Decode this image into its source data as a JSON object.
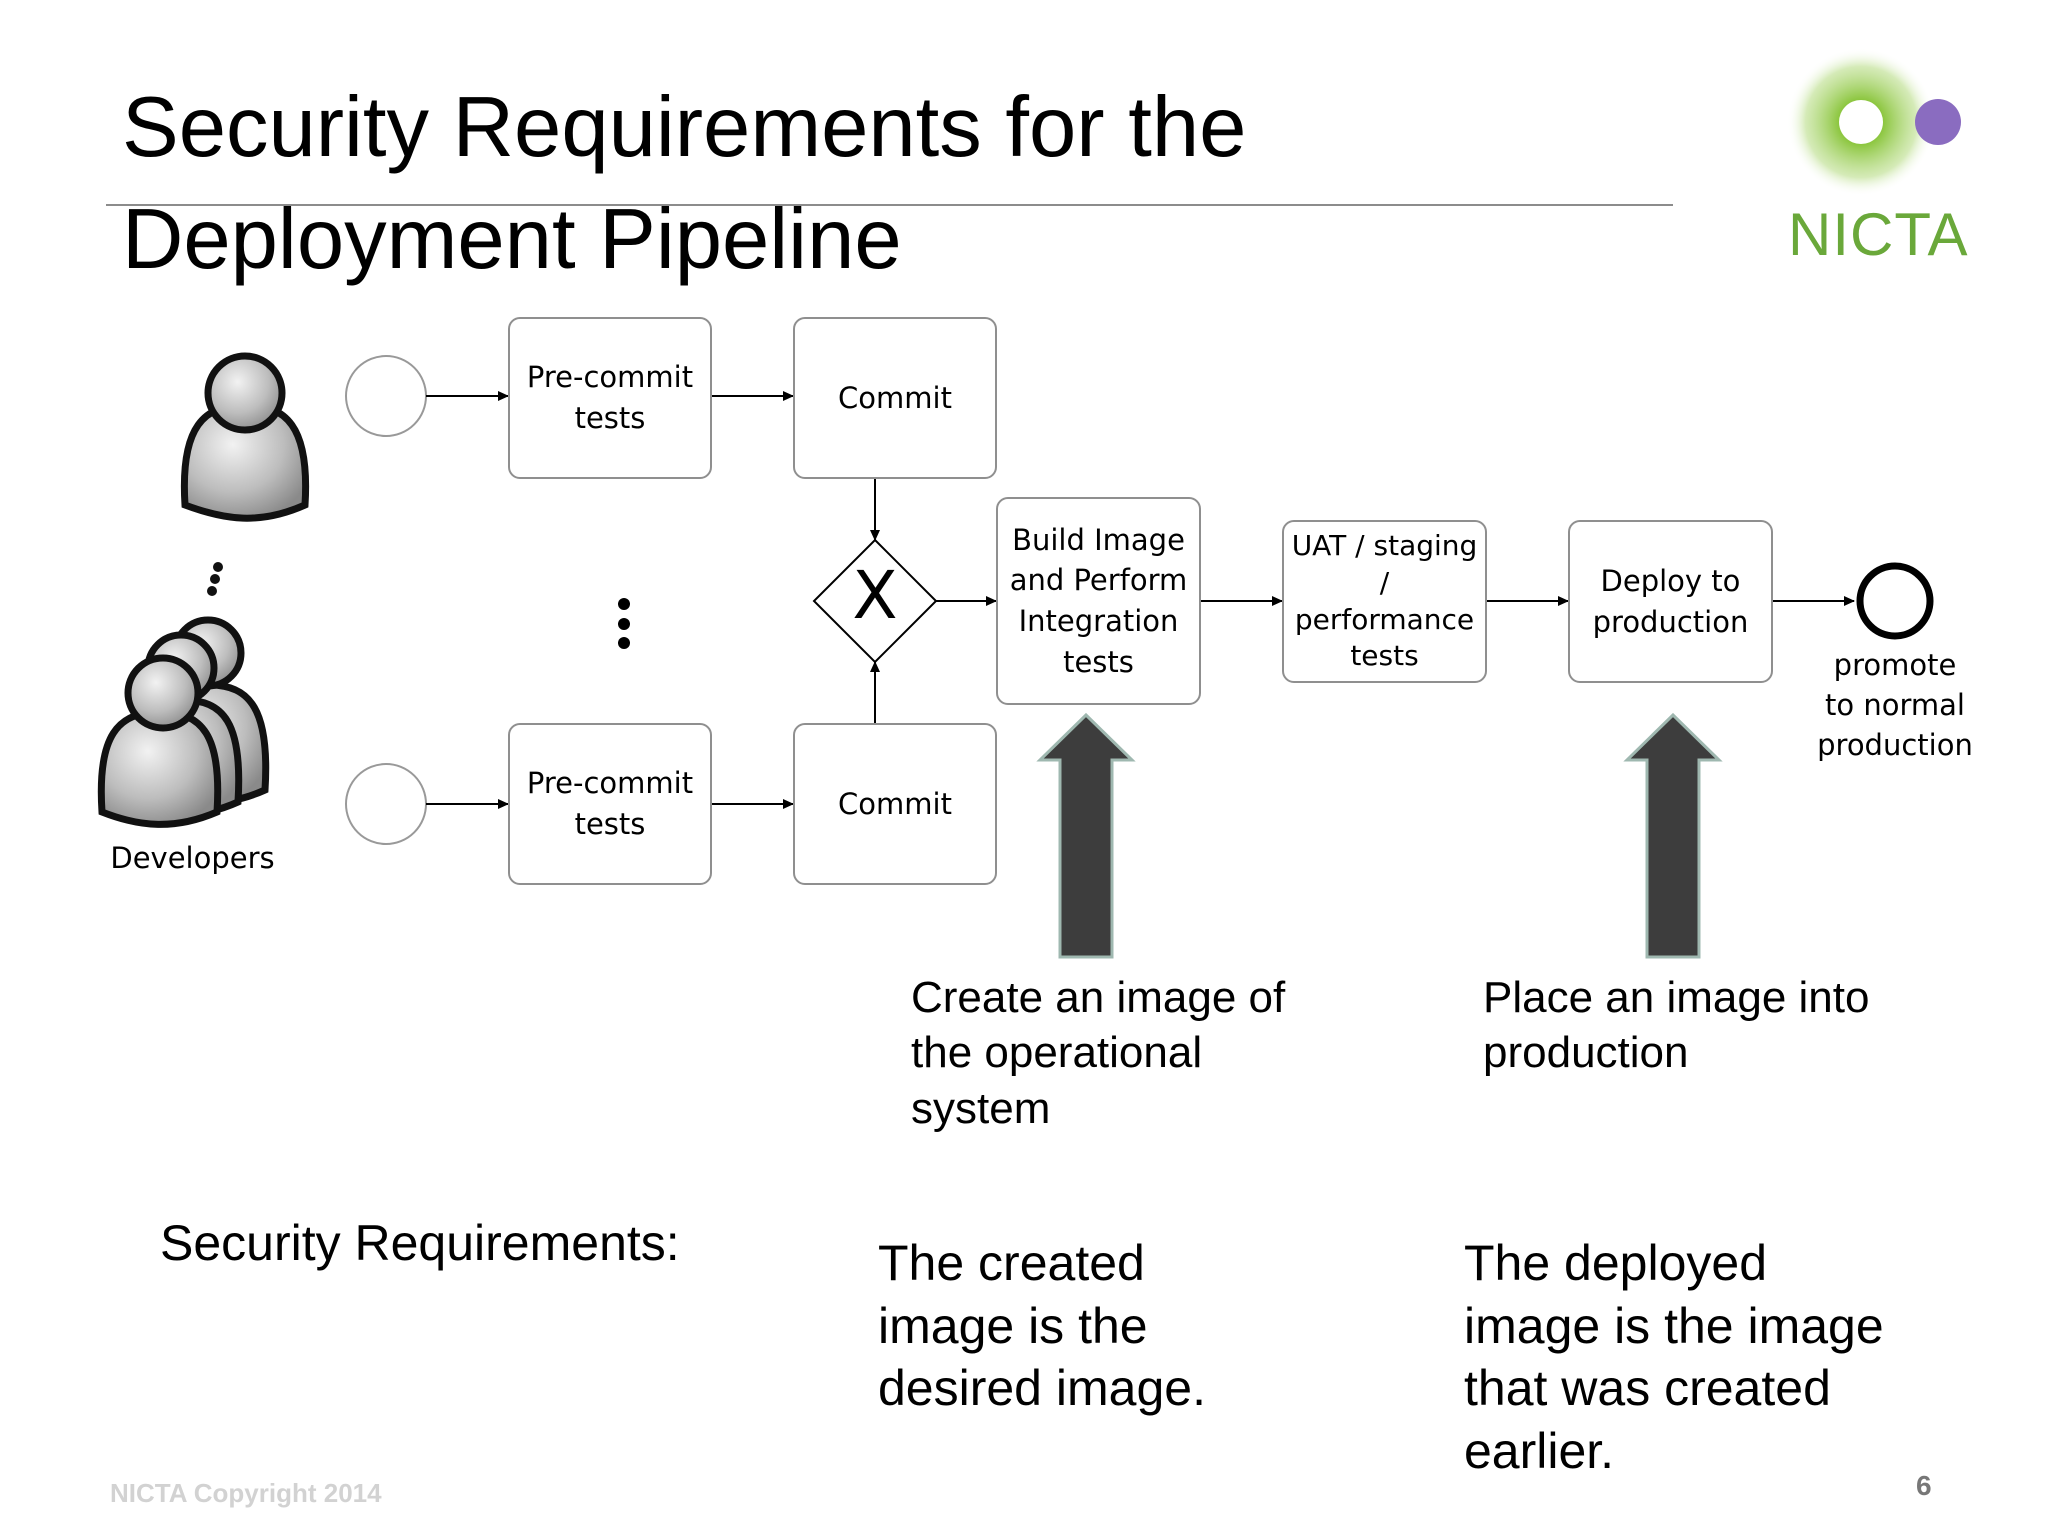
{
  "title": {
    "line1": "Security Requirements for the",
    "line2": "Deployment Pipeline"
  },
  "logo": {
    "text": "NICTA"
  },
  "diagram": {
    "developers_label": "Developers",
    "lane_top": {
      "precommit": [
        "Pre-commit",
        "tests"
      ],
      "commit": "Commit"
    },
    "lane_bottom": {
      "precommit": [
        "Pre-commit",
        "tests"
      ],
      "commit": "Commit"
    },
    "gateway_symbol": "X",
    "build": [
      "Build Image",
      "and Perform",
      "Integration",
      "tests"
    ],
    "uat": [
      "UAT / staging /",
      "performance",
      "tests"
    ],
    "deploy": [
      "Deploy to",
      "production"
    ],
    "end_label": [
      "promote",
      "to normal",
      "production"
    ]
  },
  "captions": {
    "create": [
      "Create an image of",
      "the operational",
      "system"
    ],
    "place": [
      "Place an image into",
      "production"
    ]
  },
  "requirements": {
    "heading": "Security Requirements:",
    "first": [
      "The created",
      "image is the",
      "desired image."
    ],
    "second": [
      "The deployed",
      "image is the image",
      "that was created",
      "earlier."
    ]
  },
  "footer": {
    "copyright": "NICTA Copyright 2014",
    "page": "6"
  },
  "colors": {
    "logo_green": "#6aa83a",
    "logo_purple": "#8a6cc0",
    "arrow_fill": "#3d3d3d",
    "box_border": "#8f8f8f"
  }
}
